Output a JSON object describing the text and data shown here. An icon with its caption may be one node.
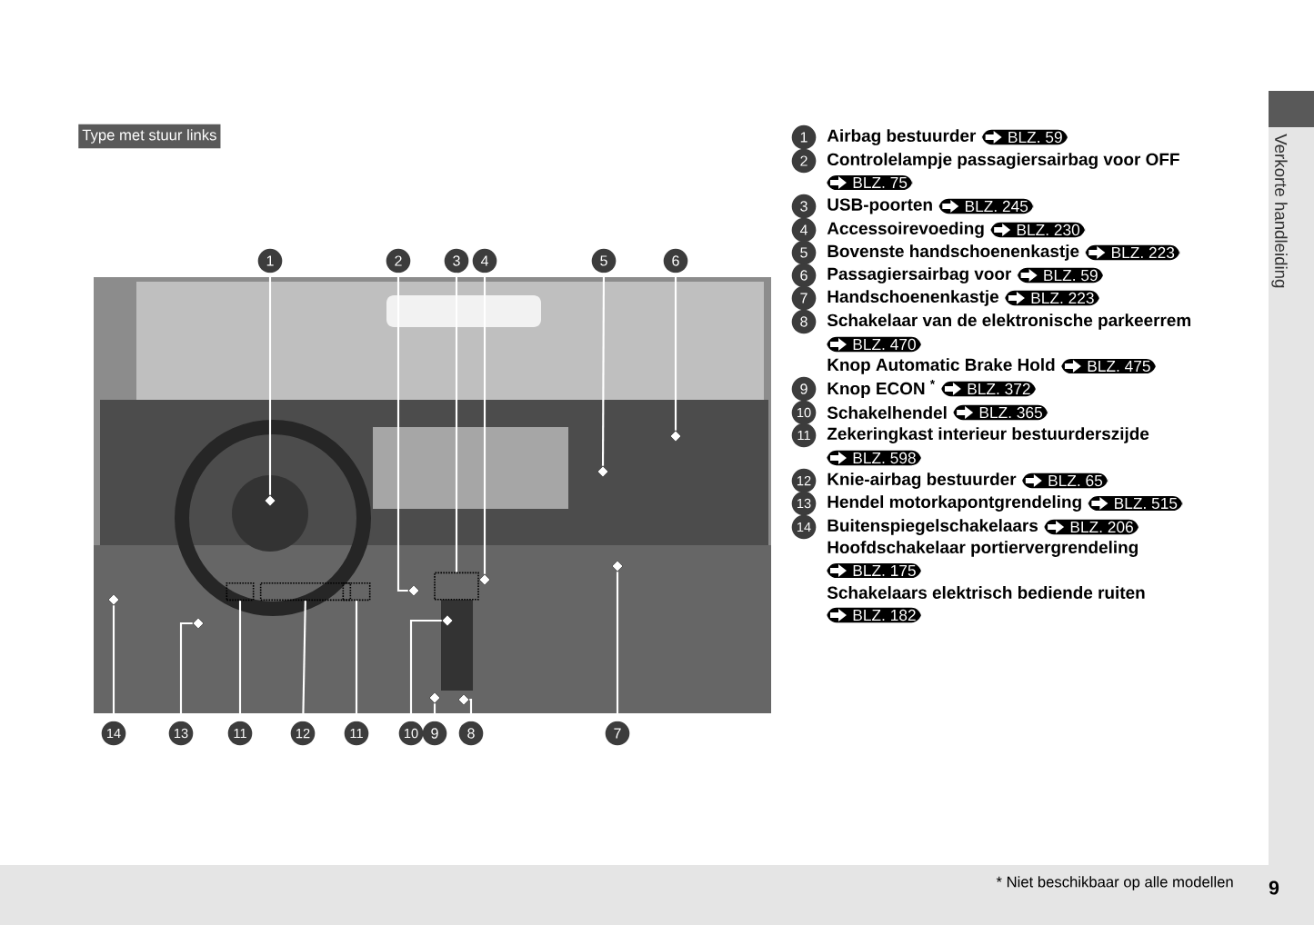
{
  "diagram": {
    "nodes": [
      {
        "text": [
          "1"
        ]
      },
      {
        "text": [
          "2"
        ]
      },
      {
        "text": [
          "3"
        ]
      },
      {
        "text": [
          "4"
        ]
      },
      {
        "text": [
          "5"
        ]
      },
      {
        "text": [
          "6"
        ]
      },
      {
        "text": [
          "14"
        ]
      },
      {
        "text": [
          "13"
        ]
      },
      {
        "text": [
          "11"
        ]
      },
      {
        "text": [
          "12"
        ]
      },
      {
        "text": [
          "11"
        ]
      },
      {
        "text": [
          "10"
        ]
      },
      {
        "text": [
          "9"
        ]
      },
      {
        "text": [
          "8"
        ]
      },
      {
        "text": [
          "7"
        ]
      },
      {
        "text": [],
        "shape": "diamond"
      },
      {
        "text": [],
        "shape": "diamond"
      },
      {
        "text": [],
        "shape": "box"
      },
      {
        "text": [],
        "shape": "diamond"
      },
      {
        "text": [],
        "shape": "diamond"
      },
      {
        "text": [],
        "shape": "diamond"
      },
      {
        "text": [],
        "shape": "diamond"
      },
      {
        "text": [],
        "shape": "diamond"
      },
      {
        "text": [],
        "shape": "box"
      },
      {
        "text": [],
        "shape": "box"
      },
      {
        "text": [],
        "shape": "box"
      },
      {
        "text": [],
        "shape": "diamond"
      },
      {
        "text": [],
        "shape": "diamond"
      },
      {
        "text": [],
        "shape": "diamond"
      },
      {
        "text": [],
        "shape": "diamond"
      },
      {
        "text": [
          "1"
        ]
      },
      {
        "text": [
          "2"
        ]
      },
      {
        "text": [
          "3"
        ]
      },
      {
        "text": [
          "4"
        ]
      },
      {
        "text": [
          "5"
        ]
      },
      {
        "text": [
          "6"
        ]
      },
      {
        "text": [
          "7"
        ]
      },
      {
        "text": [
          "8"
        ]
      },
      {
        "text": [
          "9"
        ]
      },
      {
        "text": [
          "10"
        ]
      },
      {
        "text": [
          "11"
        ]
      },
      {
        "text": [
          "12"
        ]
      },
      {
        "text": [
          "13"
        ]
      },
      {
        "text": [
          "14"
        ]
      }
    ],
    "edges": [
      {
        "from": 0,
        "to": 15,
        "arrow": "none"
      },
      {
        "from": 1,
        "to": 16,
        "arrow": "none"
      },
      {
        "from": 2,
        "to": 17,
        "arrow": "none"
      },
      {
        "from": 3,
        "to": 18,
        "arrow": "none"
      },
      {
        "from": 4,
        "to": 19,
        "arrow": "none"
      },
      {
        "from": 5,
        "to": 20,
        "arrow": "none"
      },
      {
        "from": 6,
        "to": 21,
        "arrow": "none"
      },
      {
        "from": 7,
        "to": 22,
        "arrow": "none"
      },
      {
        "from": 8,
        "to": 23,
        "arrow": "none"
      },
      {
        "from": 9,
        "to": 24,
        "arrow": "none"
      },
      {
        "from": 10,
        "to": 25,
        "arrow": "none"
      },
      {
        "from": 11,
        "to": 26,
        "arrow": "none"
      },
      {
        "from": 12,
        "to": 27,
        "arrow": "none"
      },
      {
        "from": 13,
        "to": 28,
        "arrow": "none"
      },
      {
        "from": 14,
        "to": 29,
        "arrow": "none"
      }
    ],
    "labels": [
      "Type met stuur links",
      "Airbag bestuurder",
      "BLZ. 59",
      "Controlelampje passagiersairbag voor OFF",
      "BLZ. 75",
      "USB-poorten",
      "BLZ. 245",
      "Accessoirevoeding",
      "BLZ. 230",
      "Bovenste handschoenenkastje",
      "BLZ. 223",
      "Passagiersairbag voor",
      "BLZ. 59",
      "Handschoenenkastje",
      "BLZ. 223",
      "Schakelaar van de elektronische parkeerrem",
      "BLZ. 470",
      "Knop Automatic Brake Hold",
      "BLZ. 475",
      "Knop ECON $^{*}$",
      "BLZ. 372",
      "Schakelhendel",
      "BLZ. 365",
      "Zekeringkast interieur bestuurderszijde",
      "BLZ. 598",
      "Knie-airbag bestuurder",
      "BLZ. 65",
      "Hendel motorkapontgrendeling",
      "BLZ. 515",
      "Buitenspiegelschakelaars",
      "BLZ. 206",
      "Hoofdschakelaar portiervergrendeling",
      "BLZ. 175",
      "Schakelaars elektrisch bediende ruiten",
      "BLZ. 182",
      "Verkorte handleiding",
      "* Niet beschikbaar op alle modellen",
      "9"
    ]
  }
}
